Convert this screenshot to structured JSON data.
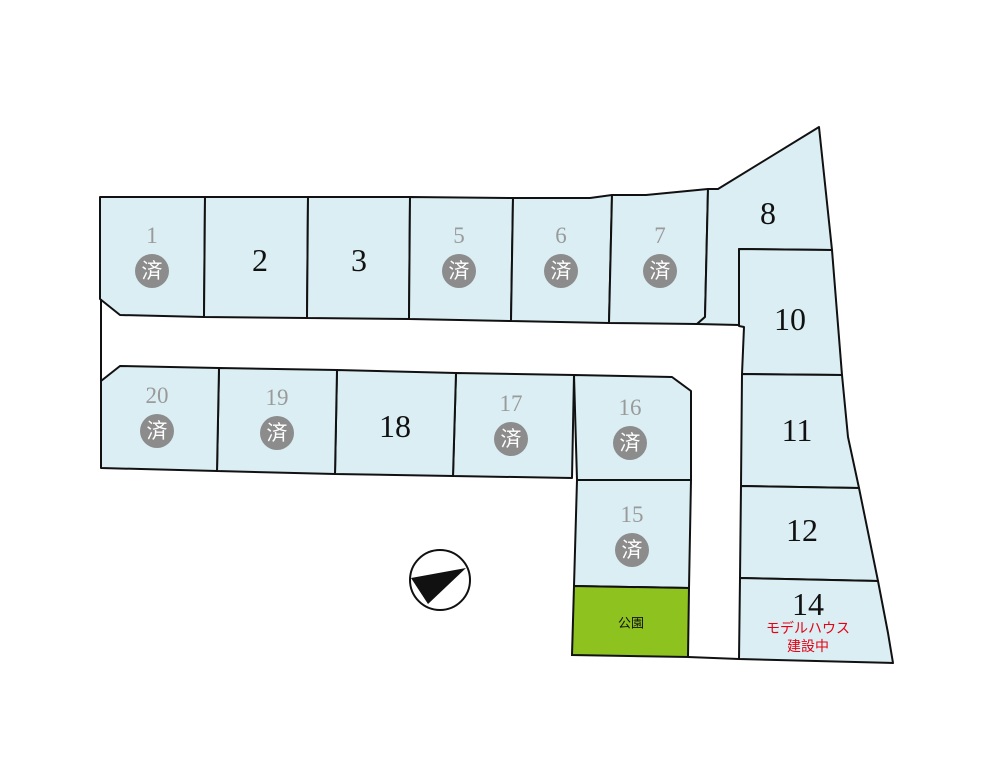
{
  "lots": [
    {
      "id": "1",
      "sold": true
    },
    {
      "id": "2",
      "sold": false
    },
    {
      "id": "3",
      "sold": false
    },
    {
      "id": "5",
      "sold": true
    },
    {
      "id": "6",
      "sold": true
    },
    {
      "id": "7",
      "sold": true
    },
    {
      "id": "8",
      "sold": false
    },
    {
      "id": "10",
      "sold": false
    },
    {
      "id": "11",
      "sold": false
    },
    {
      "id": "12",
      "sold": false
    },
    {
      "id": "14",
      "sold": false,
      "note1": "モデルハウス",
      "note2": "建設中"
    },
    {
      "id": "15",
      "sold": true
    },
    {
      "id": "16",
      "sold": true
    },
    {
      "id": "17",
      "sold": true
    },
    {
      "id": "18",
      "sold": false
    },
    {
      "id": "19",
      "sold": true
    },
    {
      "id": "20",
      "sold": true
    }
  ],
  "sold_badge": "済",
  "park_label": "公園",
  "colors": {
    "lot": "#daeef3",
    "park": "#8dc21f",
    "badge": "#8c8c8c",
    "note": "#e60012"
  }
}
